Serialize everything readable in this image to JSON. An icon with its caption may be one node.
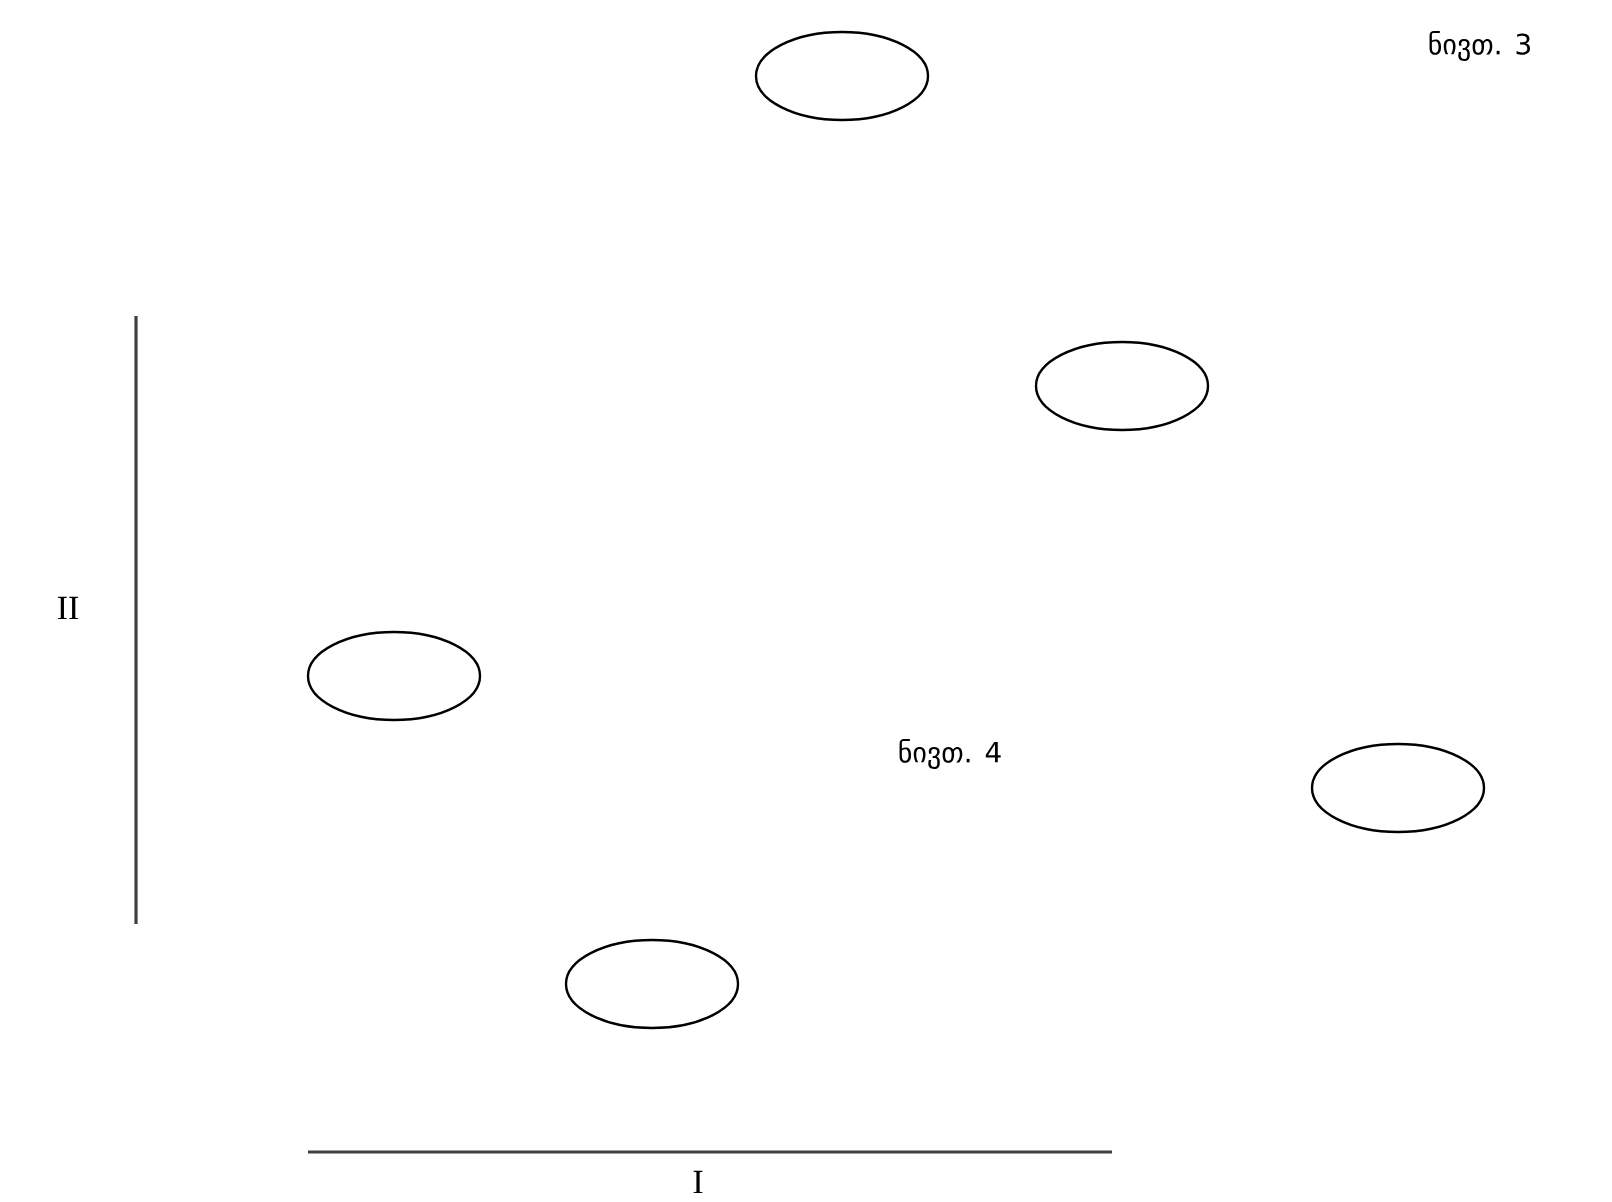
{
  "diagram": {
    "nodes": [
      {
        "text": [],
        "shape": "ellipse"
      },
      {
        "text": [],
        "shape": "ellipse"
      },
      {
        "text": [],
        "shape": "ellipse"
      },
      {
        "text": [],
        "shape": "ellipse"
      },
      {
        "text": [],
        "shape": "ellipse"
      }
    ],
    "edges": [],
    "labels": [
      "ნივთ. 3",
      "II",
      "ნივთ. 4",
      "I"
    ]
  }
}
